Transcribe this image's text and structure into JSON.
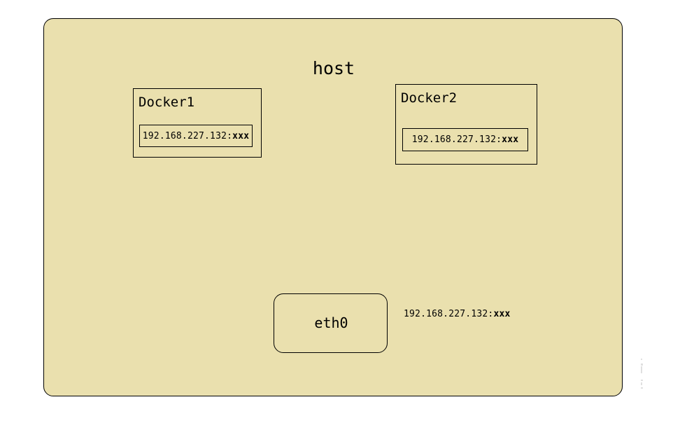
{
  "diagram": {
    "type": "network-topology",
    "background_color": "#ffffff",
    "fill_color": "#eae0ae",
    "stroke_color": "#000000",
    "host": {
      "title": "host"
    },
    "containers": [
      {
        "name": "Docker1",
        "ip": "192.168.227.132:",
        "port": "xxx"
      },
      {
        "name": "Docker2",
        "ip": "192.168.227.132:",
        "port": "xxx"
      }
    ],
    "interface": {
      "label": "eth0",
      "ip": "192.168.227.132:",
      "port": "xxx"
    }
  }
}
